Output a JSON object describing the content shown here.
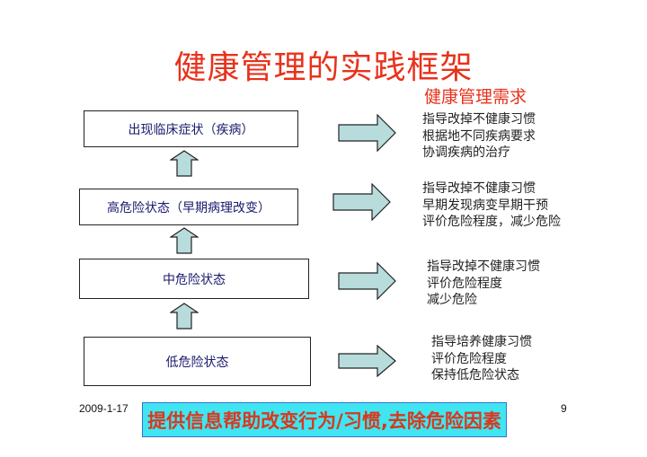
{
  "title": "健康管理的实践框架",
  "subtitle": "健康管理需求",
  "stages": [
    {
      "label": "出现临床症状（疾病）",
      "needs": [
        "指导改掉不健康习惯",
        "根据地不同疾病要求",
        "协调疾病的治疗"
      ]
    },
    {
      "label": "高危险状态（早期病理改变）",
      "needs": [
        "指导改掉不健康习惯",
        "早期发现病变早期干预",
        "评价危险程度，减少危险"
      ]
    },
    {
      "label": "中危险状态",
      "needs": [
        "指导改掉不健康习惯",
        "评价危险程度",
        "减少危险"
      ]
    },
    {
      "label": "低危险状态",
      "needs": [
        "指导培养健康习惯",
        "评价危险程度",
        "保持低危险状态"
      ]
    }
  ],
  "footer": {
    "date": "2009-1-17",
    "page": "9",
    "banner": "提供信息帮助改变行为/习惯,去除危险因素"
  },
  "colors": {
    "title": "#e8321c",
    "arrow_fill": "#b8dcdc",
    "banner_bg": "#3fe6f2",
    "box_text": "#1a1a6e"
  }
}
